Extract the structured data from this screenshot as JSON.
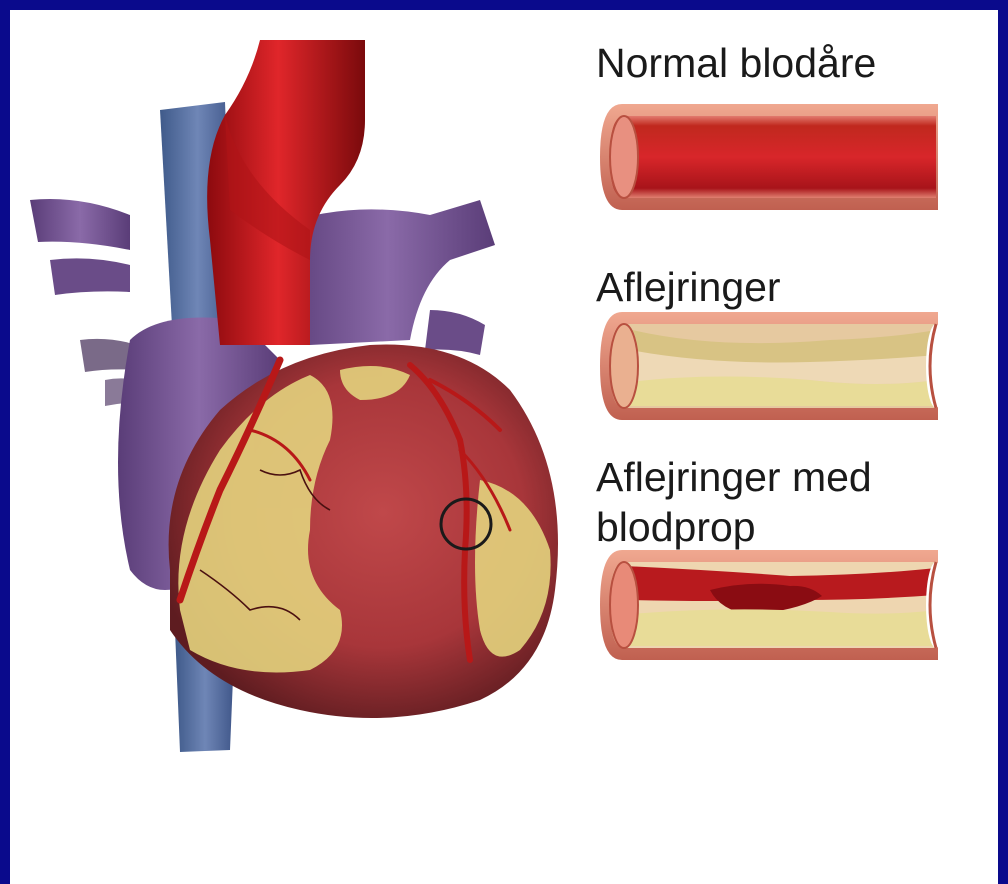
{
  "labels": {
    "normal": "Normal blodåre",
    "plaque": "Aflejringer",
    "clot_line1": "Aflejringer med",
    "clot_line2": "blodprop"
  },
  "colors": {
    "background_border": "#0a0a8c",
    "artery_red": "#c81818",
    "vein_blue": "#5a6fa0",
    "plaque_yellow": "#e6d27a",
    "heart_purple": "#7a5a8e"
  }
}
